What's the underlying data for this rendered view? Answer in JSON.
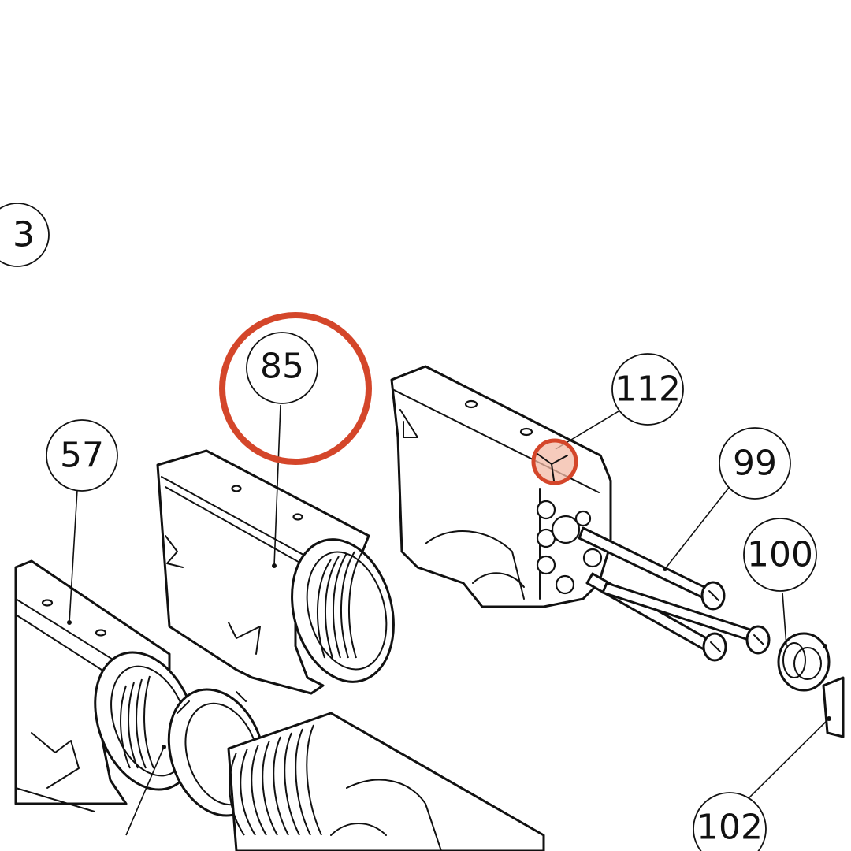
{
  "callouts": {
    "c3": {
      "label": "3"
    },
    "c57": {
      "label": "57"
    },
    "c85": {
      "label": "85"
    },
    "c112": {
      "label": "112"
    },
    "c99": {
      "label": "99"
    },
    "c100": {
      "label": "100"
    },
    "c102": {
      "label": "102"
    }
  },
  "highlights": {
    "ring_color": "#d4462a",
    "spot_fill": "#f3b9a6",
    "ring_target": "85",
    "spot_target": "112"
  },
  "colors": {
    "line": "#111111",
    "background": "#ffffff"
  }
}
